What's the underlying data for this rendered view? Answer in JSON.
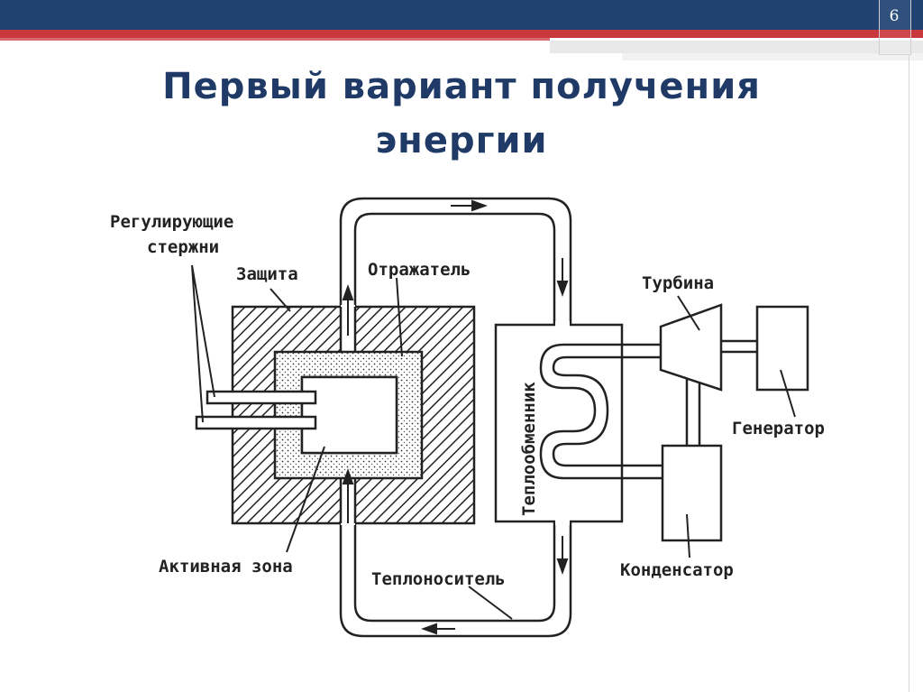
{
  "slide": {
    "number": "6"
  },
  "title": {
    "line1": "Первый вариант получения",
    "line2": "энергии"
  },
  "diagram": {
    "labels": {
      "control_rods": [
        "Регулирующие",
        "стержни"
      ],
      "shield": "Защита",
      "reflector": "Отражатель",
      "active_zone": "Активная зона",
      "coolant": "Теплоноситель",
      "heat_exchanger": "Теплообменник",
      "turbine": "Турбина",
      "generator": "Генератор",
      "condenser": "Конденсатор"
    }
  },
  "colors": {
    "header_blue": "#1f4272",
    "header_red": "#c9383d",
    "title": "#1f3a66",
    "line": "#222222"
  }
}
